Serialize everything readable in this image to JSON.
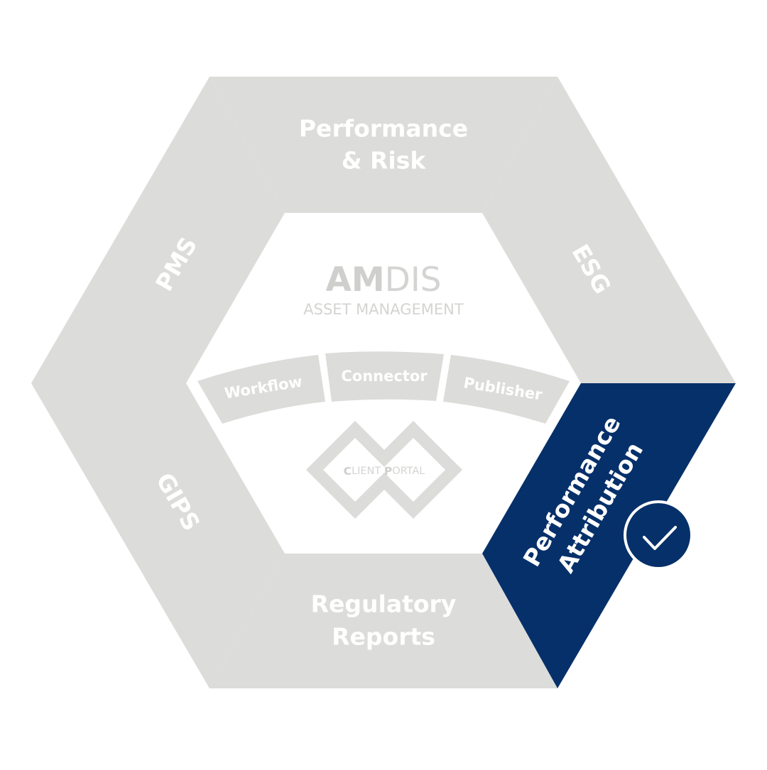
{
  "colors": {
    "segment_gray": "#dcdcda",
    "highlight_navy": "#06306a",
    "logo_gray": "#d0d0ce",
    "white": "#ffffff"
  },
  "segments": {
    "top": {
      "line1": "Performance",
      "line2": "& Risk"
    },
    "upper_right": {
      "label": "ESG"
    },
    "lower_right": {
      "line1": "Performance",
      "line2": "Attribution",
      "selected": true,
      "badge_icon": "checkmark-icon"
    },
    "bottom": {
      "line1": "Regulatory",
      "line2": "Reports"
    },
    "lower_left": {
      "label": "GIPS"
    },
    "upper_left": {
      "label": "PMS"
    }
  },
  "logo": {
    "brand_bold": "AM",
    "brand_light": "DIS",
    "subtitle": "ASSET MANAGEMENT"
  },
  "modules": {
    "workflow": "Workflow",
    "connector": "Connector",
    "publisher": "Publisher"
  },
  "client_portal": {
    "c_initial": "C",
    "c_rest": "LIENT ",
    "p_initial": "P",
    "p_rest": "ORTAL"
  }
}
